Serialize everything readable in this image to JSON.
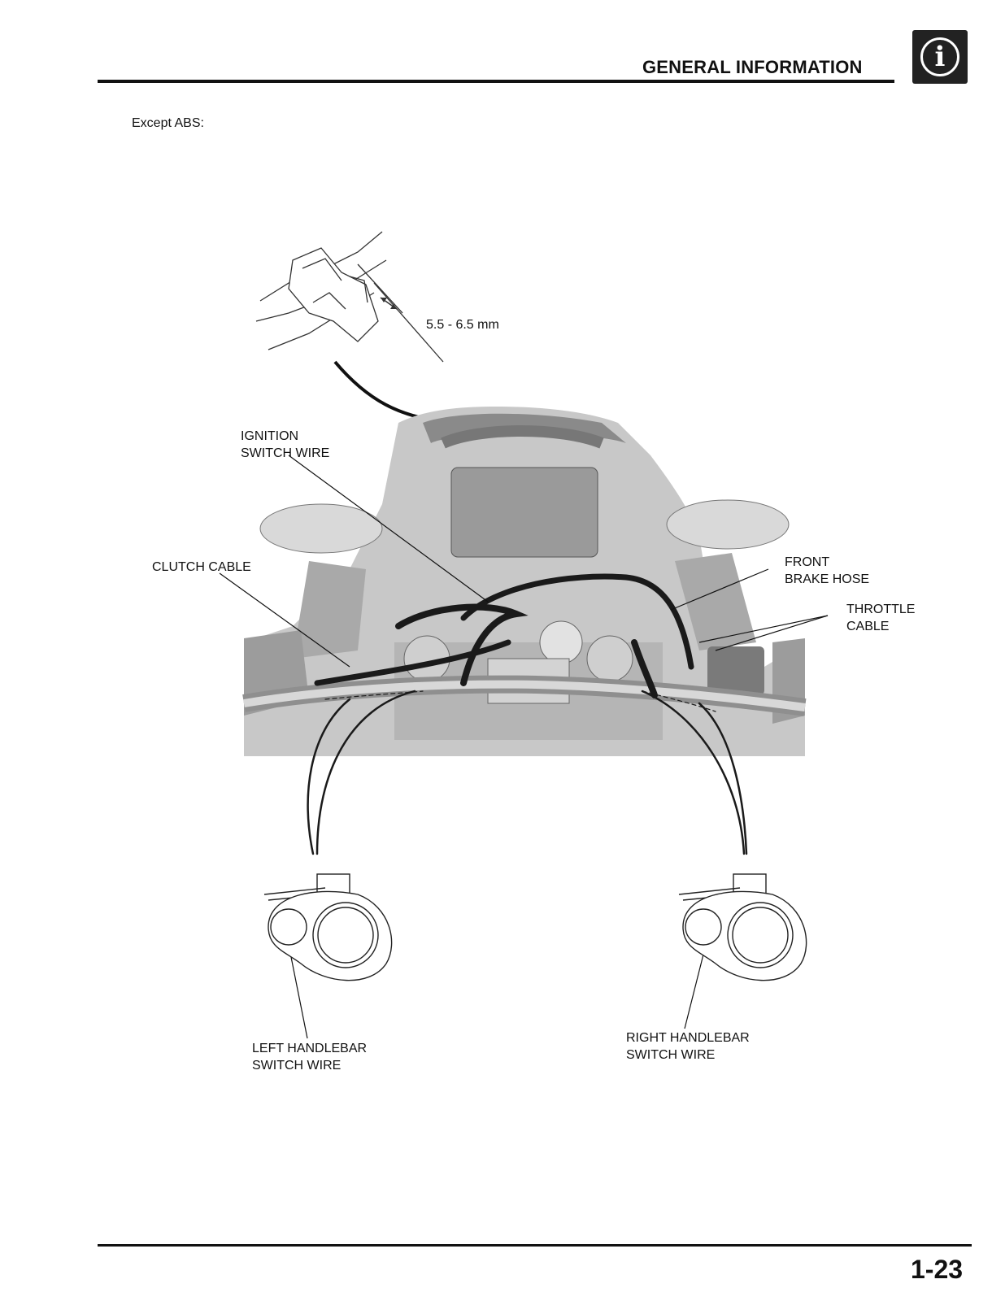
{
  "header": {
    "title": "GENERAL INFORMATION",
    "badge_glyph": "i",
    "badge_icon": "info-icon"
  },
  "subtitle": "Except ABS:",
  "diagram": {
    "dimension": "5.5 - 6.5 mm",
    "labels": {
      "ignition_line1": "IGNITION",
      "ignition_line2": "SWITCH WIRE",
      "clutch": "CLUTCH CABLE",
      "front_brake_line1": "FRONT",
      "front_brake_line2": "BRAKE HOSE",
      "throttle_line1": "THROTTLE",
      "throttle_line2": "CABLE",
      "left_switch_line1": "LEFT HANDLEBAR",
      "left_switch_line2": "SWITCH WIRE",
      "right_switch_line1": "RIGHT HANDLEBAR",
      "right_switch_line2": "SWITCH WIRE"
    }
  },
  "footer": {
    "page_number": "1-23"
  }
}
